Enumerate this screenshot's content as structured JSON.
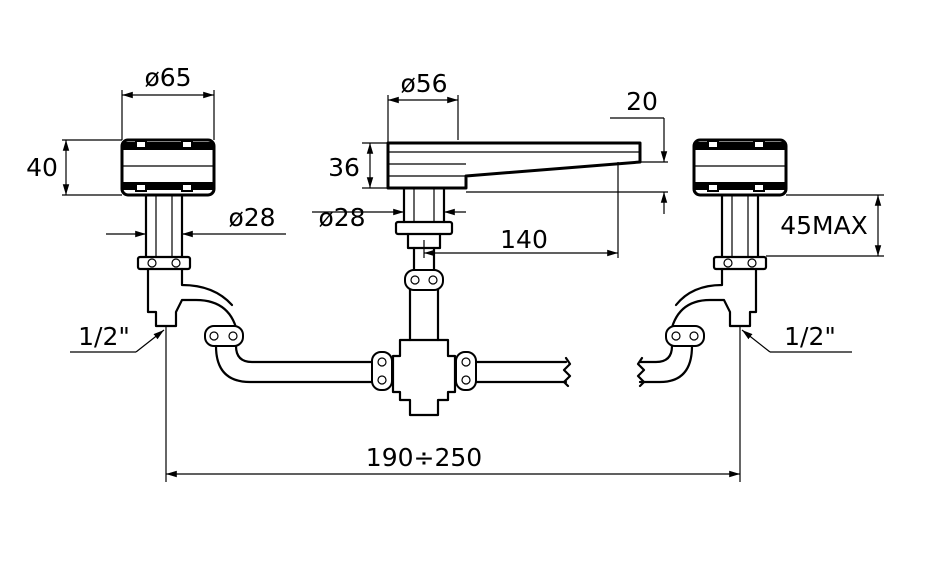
{
  "dimensions": {
    "left_handle_diameter": "ø65",
    "left_handle_height": "40",
    "left_stem_diameter": "ø28",
    "spout_diameter": "ø56",
    "spout_height": "36",
    "spout_stem_diameter": "ø28",
    "spout_projection": "140",
    "spout_tip_height": "20",
    "max_deck_thickness": "45MAX",
    "left_connection": "1/2\"",
    "right_connection": "1/2\"",
    "center_distance": "190÷250"
  },
  "colors": {
    "line": "#000000",
    "background": "#ffffff"
  }
}
